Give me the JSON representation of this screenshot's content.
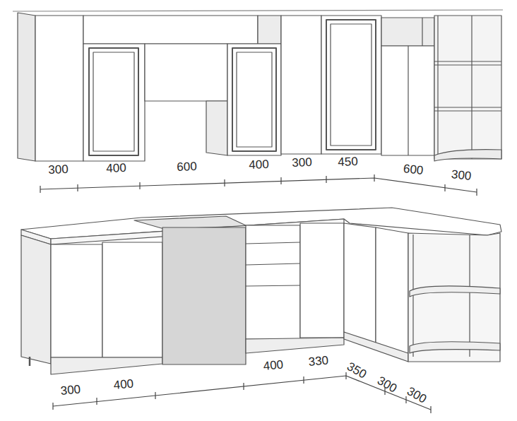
{
  "diagram": {
    "labels": [
      "300",
      "400",
      "600",
      "400",
      "300",
      "450",
      "600",
      "300",
      "300",
      "400",
      "400",
      "330",
      "350",
      "300",
      "300"
    ]
  }
}
